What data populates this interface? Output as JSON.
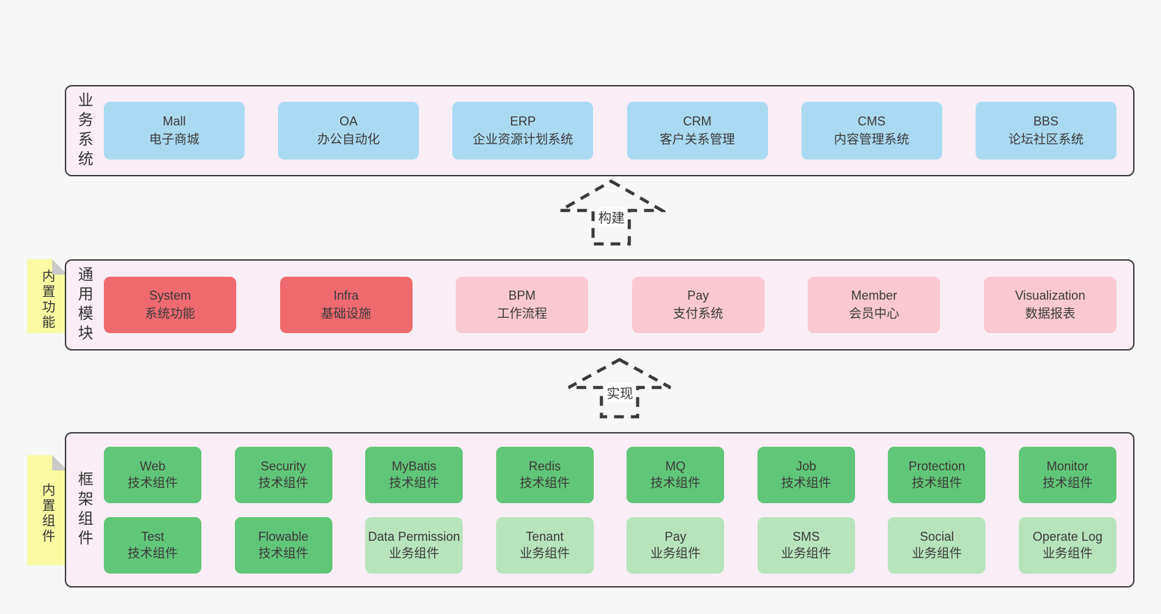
{
  "palette": {
    "background": "#f7f7f7",
    "panel_fill": "#f9eef6",
    "panel_border": "#3f3f3f",
    "blue": "#aadaf2",
    "red": "#ef6a6e",
    "pink": "#f9c8d0",
    "green": "#62c678",
    "green_light": "#b7e3bd",
    "sticky_yellow": "#f9faa2",
    "sticky_fold": "#c9c9c9",
    "text": "#3a3a3a"
  },
  "layers": {
    "business": {
      "label": "业务系统",
      "boxes": [
        {
          "name": "Mall",
          "desc": "电子商城",
          "color": "blue"
        },
        {
          "name": "OA",
          "desc": "办公自动化",
          "color": "blue"
        },
        {
          "name": "ERP",
          "desc": "企业资源计划系统",
          "color": "blue"
        },
        {
          "name": "CRM",
          "desc": "客户关系管理",
          "color": "blue"
        },
        {
          "name": "CMS",
          "desc": "内容管理系统",
          "color": "blue"
        },
        {
          "name": "BBS",
          "desc": "论坛社区系统",
          "color": "blue"
        }
      ]
    },
    "modules": {
      "label": "通用模块",
      "sticky": "内置功能",
      "boxes": [
        {
          "name": "System",
          "desc": "系统功能",
          "color": "red"
        },
        {
          "name": "Infra",
          "desc": "基础设施",
          "color": "red"
        },
        {
          "name": "BPM",
          "desc": "工作流程",
          "color": "pink"
        },
        {
          "name": "Pay",
          "desc": "支付系统",
          "color": "pink"
        },
        {
          "name": "Member",
          "desc": "会员中心",
          "color": "pink"
        },
        {
          "name": "Visualization",
          "desc": "数据报表",
          "color": "pink"
        }
      ]
    },
    "components": {
      "label": "框架组件",
      "sticky": "内置组件",
      "row1": [
        {
          "name": "Web",
          "desc": "技术组件",
          "color": "green"
        },
        {
          "name": "Security",
          "desc": "技术组件",
          "color": "green"
        },
        {
          "name": "MyBatis",
          "desc": "技术组件",
          "color": "green"
        },
        {
          "name": "Redis",
          "desc": "技术组件",
          "color": "green"
        },
        {
          "name": "MQ",
          "desc": "技术组件",
          "color": "green"
        },
        {
          "name": "Job",
          "desc": "技术组件",
          "color": "green"
        },
        {
          "name": "Protection",
          "desc": "技术组件",
          "color": "green"
        },
        {
          "name": "Monitor",
          "desc": "技术组件",
          "color": "green"
        }
      ],
      "row2": [
        {
          "name": "Test",
          "desc": "技术组件",
          "color": "green"
        },
        {
          "name": "Flowable",
          "desc": "技术组件",
          "color": "green"
        },
        {
          "name": "Data Permission",
          "desc": "业务组件",
          "color": "green_light"
        },
        {
          "name": "Tenant",
          "desc": "业务组件",
          "color": "green_light"
        },
        {
          "name": "Pay",
          "desc": "业务组件",
          "color": "green_light"
        },
        {
          "name": "SMS",
          "desc": "业务组件",
          "color": "green_light"
        },
        {
          "name": "Social",
          "desc": "业务组件",
          "color": "green_light"
        },
        {
          "name": "Operate Log",
          "desc": "业务组件",
          "color": "green_light"
        }
      ]
    }
  },
  "arrows": [
    {
      "label": "构建"
    },
    {
      "label": "实现"
    }
  ]
}
